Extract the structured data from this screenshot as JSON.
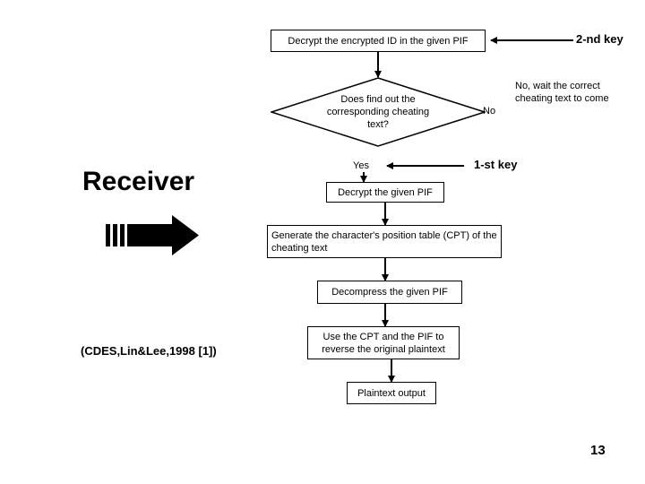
{
  "page": {
    "number": "13",
    "actor_label": "Receiver",
    "citation": "(CDES,Lin&Lee,1998 [1])"
  },
  "flow": {
    "nodes": [
      {
        "id": "decrypt-id",
        "label": "Decrypt the encrypted ID in the given PIF"
      },
      {
        "id": "decision",
        "label": "Does find out the\ncorresponding cheating\ntext?"
      },
      {
        "id": "decrypt-pif",
        "label": "Decrypt the given PIF"
      },
      {
        "id": "generate-cpt",
        "label": "Generate the character's position table (CPT)\nof the cheating text"
      },
      {
        "id": "decompress-pif",
        "label": "Decompress  the given PIF"
      },
      {
        "id": "reverse-plaintext",
        "label": "Use the CPT and the PIF to\nreverse the original plaintext"
      },
      {
        "id": "plaintext-output",
        "label": "Plaintext output"
      }
    ],
    "annotations": [
      {
        "id": "second-key",
        "label": "2-nd key"
      },
      {
        "id": "no-branch",
        "label": "No"
      },
      {
        "id": "no-wait-note",
        "label": "No, wait the correct\ncheating text to come"
      },
      {
        "id": "yes-branch",
        "label": "Yes"
      },
      {
        "id": "first-key",
        "label": "1-st key"
      }
    ]
  },
  "colors": {
    "stroke": "#000000",
    "fill": "#ffffff",
    "text": "#000000"
  }
}
